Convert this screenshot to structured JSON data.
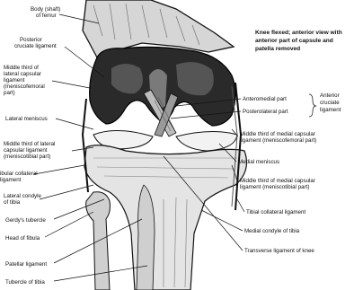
{
  "diagram": {
    "title_lines": [
      "Knee flexed; anterior view with",
      "anterior part of capsule and",
      "patella removed"
    ],
    "labels_left": [
      {
        "id": "body-femur",
        "lines": [
          "Body (shaft)",
          "of femur"
        ]
      },
      {
        "id": "posterior-cruciate",
        "lines": [
          "Posterior",
          "cruciate ligament"
        ]
      },
      {
        "id": "middle-third-lateral-meniscofemoral",
        "lines": [
          "Middle third of",
          "lateral capsular",
          "ligament",
          "(meniscofemoral",
          "part)"
        ]
      },
      {
        "id": "lateral-meniscus",
        "lines": [
          "Lateral meniscus"
        ]
      },
      {
        "id": "middle-third-lateral-meniscotibial",
        "lines": [
          "Middle third of lateral",
          "capsular ligament",
          "(meniscotibial part)"
        ]
      },
      {
        "id": "fibular-collateral",
        "lines": [
          "ibular collateral",
          "ligament"
        ]
      },
      {
        "id": "lateral-condyle-tibia",
        "lines": [
          "Lateral condyle",
          "of tibia"
        ]
      },
      {
        "id": "gerdys-tubercle",
        "lines": [
          "Gerdy's tubercle"
        ]
      },
      {
        "id": "head-fibula",
        "lines": [
          "Head of fibula"
        ]
      },
      {
        "id": "patellar-ligament",
        "lines": [
          "Patellar ligament"
        ]
      },
      {
        "id": "tubercle-tibia",
        "lines": [
          "Tubercle of tibia"
        ]
      }
    ],
    "labels_right": [
      {
        "id": "anteromedial-part",
        "lines": [
          "Anteromedial part"
        ]
      },
      {
        "id": "posterolateral-part",
        "lines": [
          "Posterolateral part"
        ]
      },
      {
        "id": "anterior-cruciate",
        "lines": [
          "Anterior",
          "cruciate",
          "ligament"
        ]
      },
      {
        "id": "middle-third-medial-meniscofemoral",
        "lines": [
          "Middle third of medial capsular",
          "ligament (meniscofemoral part)"
        ]
      },
      {
        "id": "medial-meniscus",
        "lines": [
          "Medial meniscus"
        ]
      },
      {
        "id": "middle-third-medial-meniscotibial",
        "lines": [
          "Middle third of medial capsular",
          "ligament (meniscotibial part)"
        ]
      },
      {
        "id": "tibial-collateral",
        "lines": [
          "Tibial collateral ligament"
        ]
      },
      {
        "id": "medial-condyle-tibia",
        "lines": [
          "Medial condyle of tibia"
        ]
      },
      {
        "id": "transverse-ligament",
        "lines": [
          "Transverse ligament of knee"
        ]
      }
    ]
  }
}
